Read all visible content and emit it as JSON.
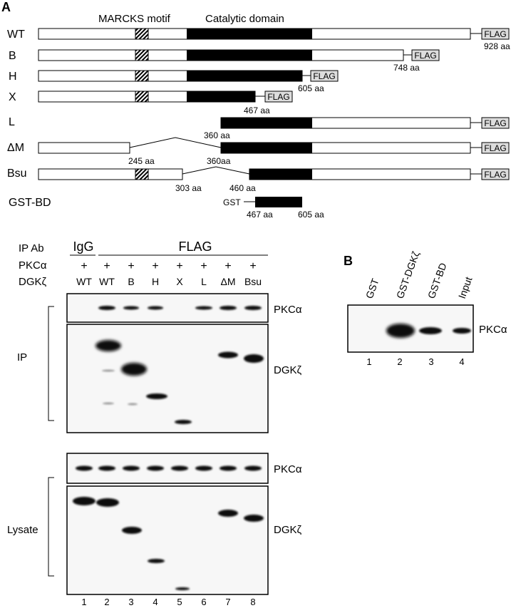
{
  "panel_a_label": "A",
  "panel_b_label": "B",
  "domain_labels": {
    "marcks": "MARCKS motif",
    "catalytic": "Catalytic domain"
  },
  "constructs": [
    {
      "id": "wt",
      "name": "WT",
      "aa_labels": [
        "928 aa"
      ]
    },
    {
      "id": "b",
      "name": "B",
      "aa_labels": [
        "748 aa"
      ]
    },
    {
      "id": "h",
      "name": "H",
      "aa_labels": [
        "605 aa"
      ]
    },
    {
      "id": "x",
      "name": "X",
      "aa_labels": [
        "467 aa"
      ]
    },
    {
      "id": "l",
      "name": "L",
      "aa_labels": [
        "360 aa"
      ]
    },
    {
      "id": "dm",
      "name": "ΔM",
      "aa_labels": [
        "245 aa",
        "360aa"
      ]
    },
    {
      "id": "bsu",
      "name": "Bsu",
      "aa_labels": [
        "303 aa",
        "460 aa"
      ]
    },
    {
      "id": "gstbd",
      "name": "GST-BD",
      "aa_labels": [
        "467 aa",
        "605 aa"
      ]
    }
  ],
  "flag_tag": "FLAG",
  "gst_tag": "GST",
  "blot": {
    "row_labels": {
      "ip_ab": "IP Ab",
      "pkc": "PKCα",
      "dgk": "DGKζ"
    },
    "igg": "IgG",
    "flag": "FLAG",
    "plus": "+",
    "dgk_lanes": [
      "WT",
      "WT",
      "B",
      "H",
      "X",
      "L",
      "ΔM",
      "Bsu"
    ],
    "lane_numbers": [
      "1",
      "2",
      "3",
      "4",
      "5",
      "6",
      "7",
      "8"
    ],
    "group_labels": {
      "ip": "IP",
      "lysate": "Lysate"
    },
    "band_labels": {
      "pkc": "PKCα",
      "dgk": "DGKζ"
    }
  },
  "panel_b": {
    "lanes": [
      "GST",
      "GST-DGKζ",
      "GST-BD",
      "Input"
    ],
    "lane_numbers": [
      "1",
      "2",
      "3",
      "4"
    ],
    "band_label": "PKCα"
  }
}
